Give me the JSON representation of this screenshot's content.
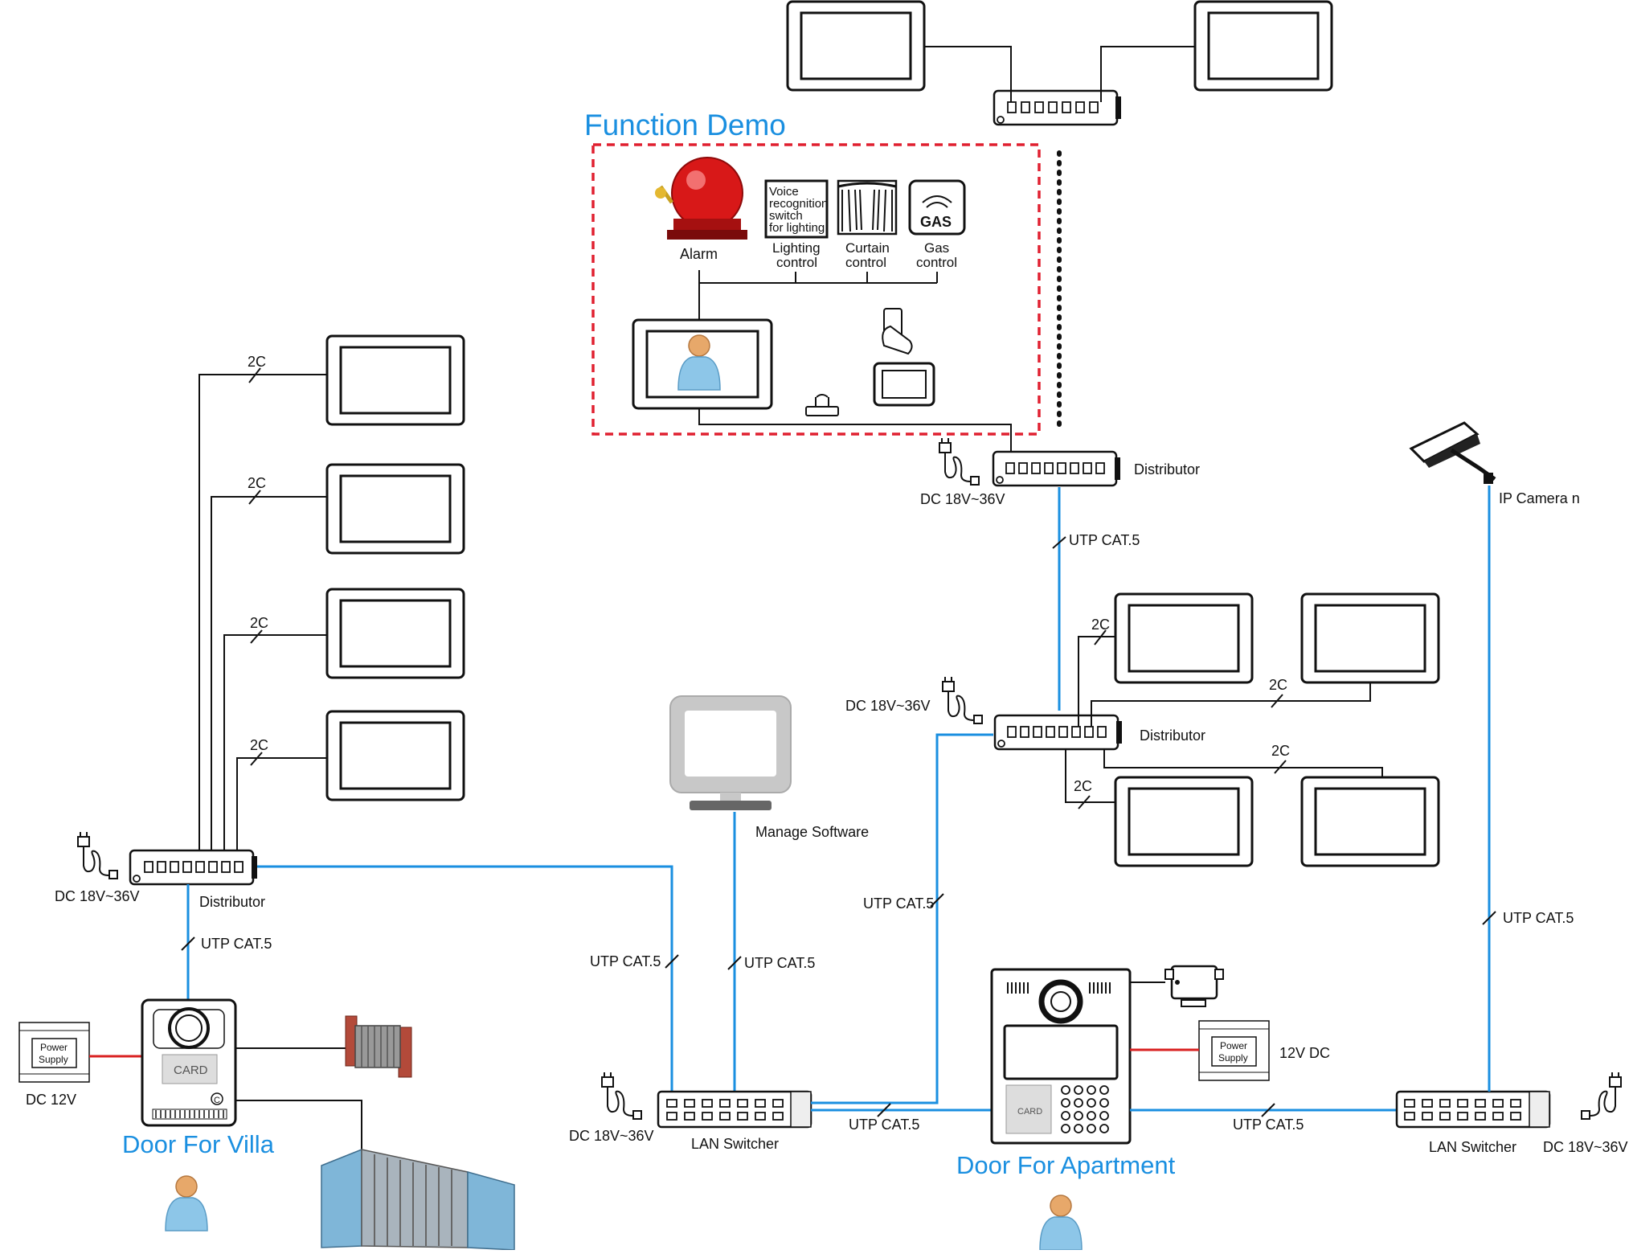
{
  "diagram": {
    "title": "Function Demo",
    "function_demo": {
      "alarm": "Alarm",
      "voice_switch": [
        "Voice",
        "recognition",
        "switch",
        "for lighting"
      ],
      "lighting_control": [
        "Lighting",
        "control"
      ],
      "curtain_control": [
        "Curtain",
        "control"
      ],
      "gas_icon_text": "GAS",
      "gas_control": [
        "Gas",
        "control"
      ]
    },
    "labels": {
      "distributor": "Distributor",
      "dc_18_36": "DC 18V~36V",
      "dc_12": "DC 12V",
      "dc_12v_supply": "12V DC",
      "utp": "UTP CAT.5",
      "two_core": "2C",
      "ip_camera": "IP Camera n",
      "manage_software": "Manage Software",
      "lan_switcher": "LAN Switcher",
      "power_supply": [
        "Power",
        "Supply"
      ],
      "card": "CARD",
      "c_badge": "C"
    },
    "door_villa": "Door For Villa",
    "door_apartment": "Door For Apartment",
    "colors": {
      "network_line": "#1a8fe0",
      "power_line": "#d92020",
      "dashed_frame": "#e02030",
      "title": "#1a8fe0",
      "wire": "#111111"
    }
  }
}
